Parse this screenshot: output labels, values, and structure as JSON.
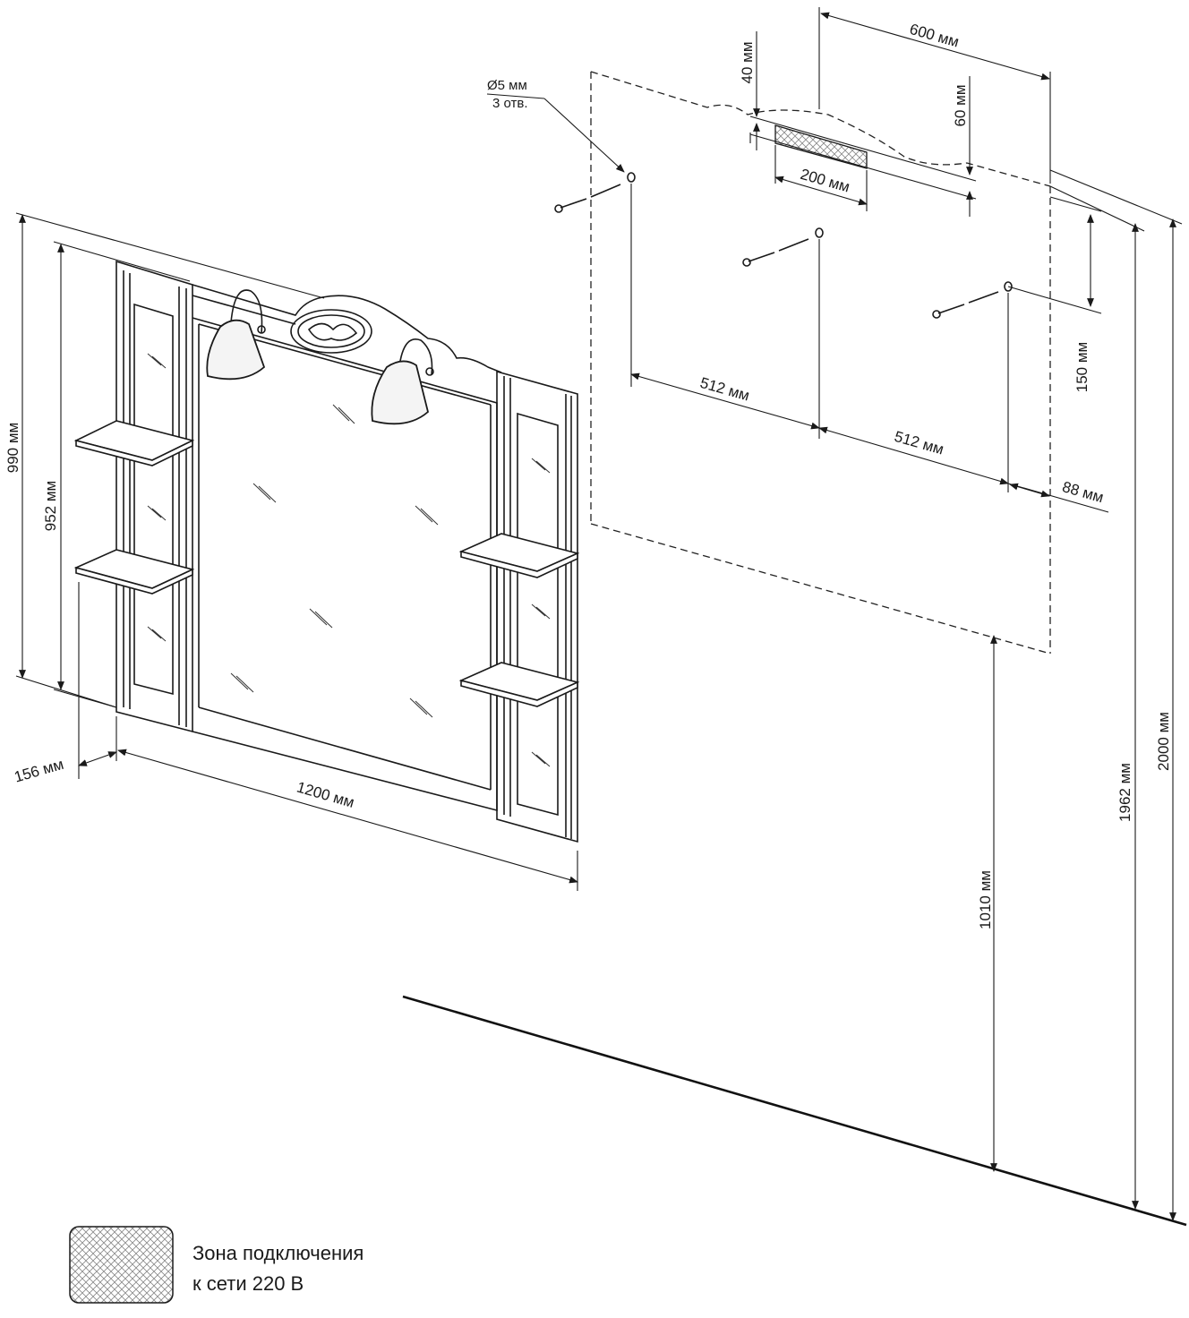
{
  "dimensions": {
    "width_1200": "1200 мм",
    "depth_156": "156 мм",
    "height_990": "990 мм",
    "height_952": "952 мм",
    "hole_spacing_1": "512 мм",
    "hole_spacing_2": "512 мм",
    "right_offset": "88 мм",
    "zone_width": "600 мм",
    "zone_top_offset": "40 мм",
    "zone_height": "60 мм",
    "zone_box_width": "200 мм",
    "hole_drop": "150 мм",
    "mount_height": "1010 мм",
    "top_height_1962": "1962 мм",
    "top_height_2000": "2000 мм"
  },
  "hole_note": {
    "diameter": "Ø5 мм",
    "count": "3 отв."
  },
  "legend": {
    "line1": "Зона подключения",
    "line2": "к сети 220 В"
  },
  "colors": {
    "line": "#1a1a1a",
    "background": "#ffffff"
  }
}
